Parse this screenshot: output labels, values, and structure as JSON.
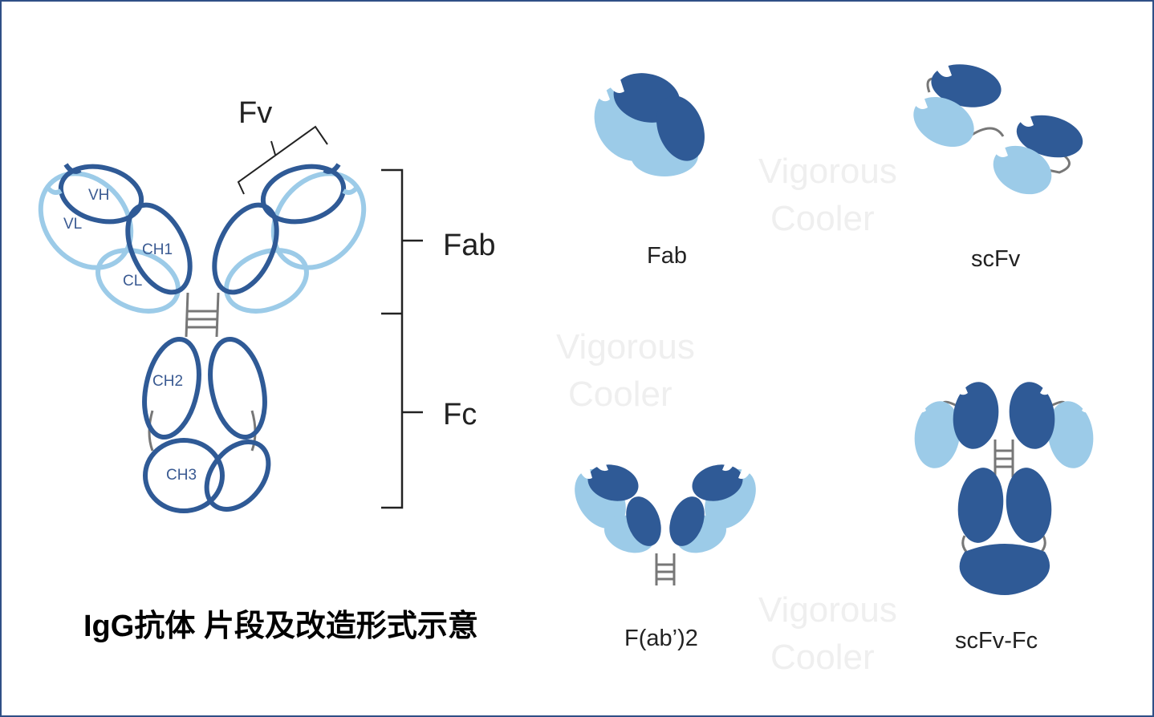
{
  "title": "IgG抗体 片段及改造形式示意",
  "igg": {
    "domains": {
      "vh": "VH",
      "vl": "VL",
      "ch1": "CH1",
      "cl": "CL",
      "ch2": "CH2",
      "ch3": "CH3"
    },
    "regions": {
      "fv": "Fv",
      "fab": "Fab",
      "fc": "Fc"
    }
  },
  "fragments": [
    {
      "id": "fab",
      "label": "Fab"
    },
    {
      "id": "scfv",
      "label": "scFv"
    },
    {
      "id": "fab2",
      "label": "F(ab’)2"
    },
    {
      "id": "scfvfc",
      "label": "scFv-Fc"
    }
  ],
  "watermark": {
    "line1": "Vigorous",
    "line2": "Cooler"
  },
  "colors": {
    "dark_blue": "#2f5a96",
    "light_blue": "#9ccbe8",
    "hinge_gray": "#777777",
    "text": "#222222",
    "frame": "#2f4f86"
  }
}
